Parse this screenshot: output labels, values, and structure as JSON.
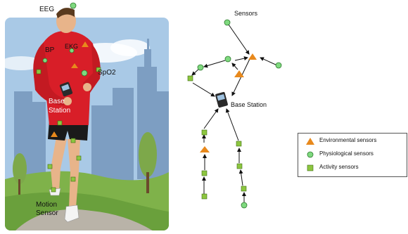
{
  "illustration": {
    "labels": {
      "eeg": "EEG",
      "ekg": "EKG",
      "bp": "BP",
      "spo2": "SpO2",
      "base_station": "Base\nStation",
      "motion_sensor": "Motion\nSensor"
    }
  },
  "network": {
    "sensors_label": "Sensors",
    "base_station_label": "Base Station"
  },
  "legend": {
    "items": [
      {
        "label": "Environmental sensors",
        "symbol": "orange-triangle",
        "color": "#e8891c"
      },
      {
        "label": "Physiological sensors",
        "symbol": "green-circle",
        "color": "#7fd97f"
      },
      {
        "label": "Activity sensors",
        "symbol": "green-square",
        "color": "#8dc63f"
      }
    ]
  },
  "colors": {
    "sky": "#a8c8e8",
    "hoodie": "#d81e28",
    "environmental": "#e8891c",
    "physiological": "#7fd97f",
    "activity": "#8dc63f"
  }
}
